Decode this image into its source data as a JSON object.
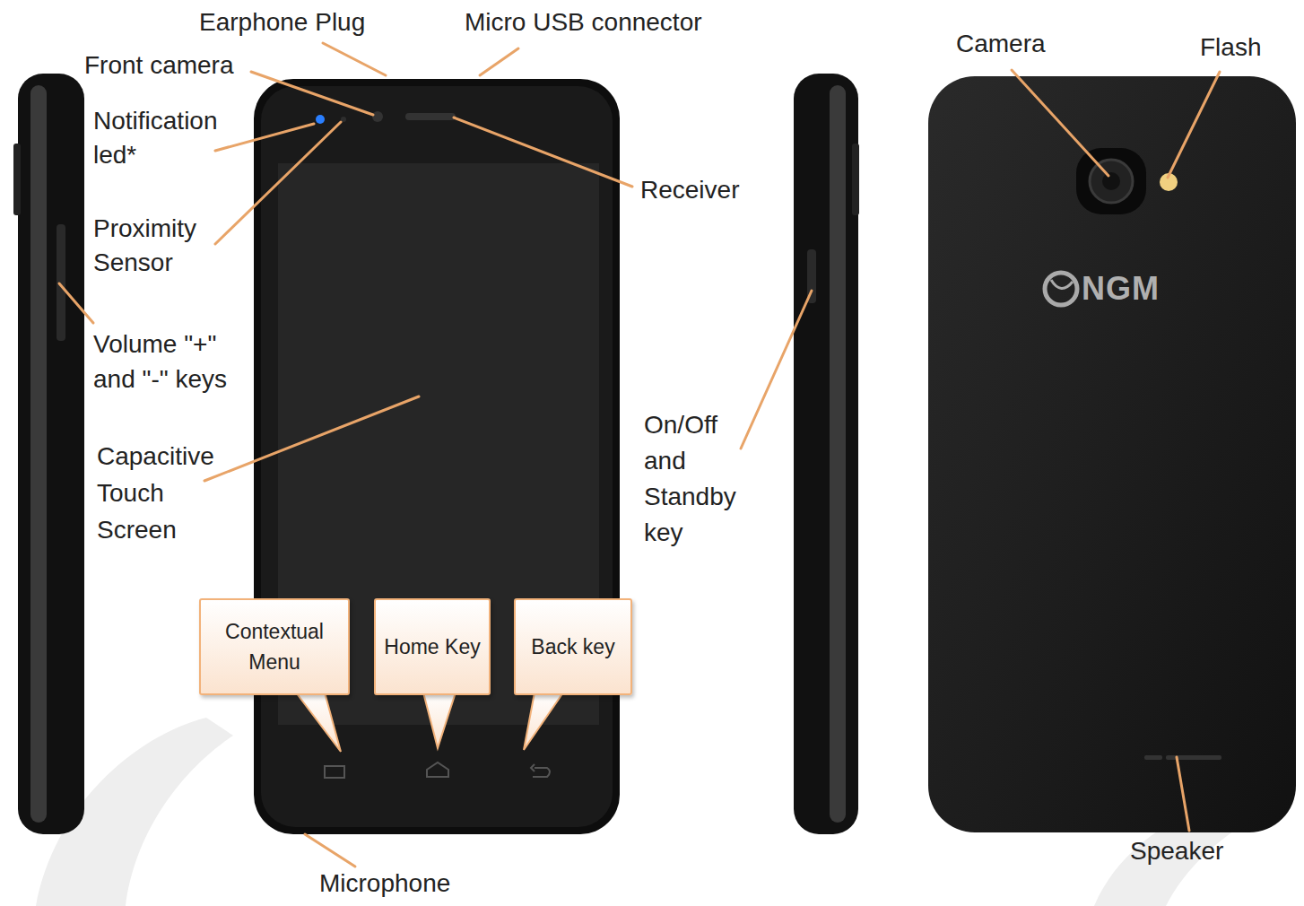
{
  "diagram": {
    "nodes": [
      {
        "text": [
          "Contextual Menu"
        ]
      },
      {
        "text": [
          "Home Key"
        ]
      },
      {
        "text": [
          "Back key"
        ]
      }
    ],
    "labels": [
      "Earphone Plug",
      "Micro USB connector",
      "Front camera",
      "Notification led*",
      "Proximity Sensor",
      "Volume \"+\" and \"-\" keys",
      "Capacitive Touch Screen",
      "Receiver",
      "On/Off and Standby key",
      "Camera",
      "Flash",
      "NGM",
      "Speaker",
      "Microphone"
    ]
  }
}
